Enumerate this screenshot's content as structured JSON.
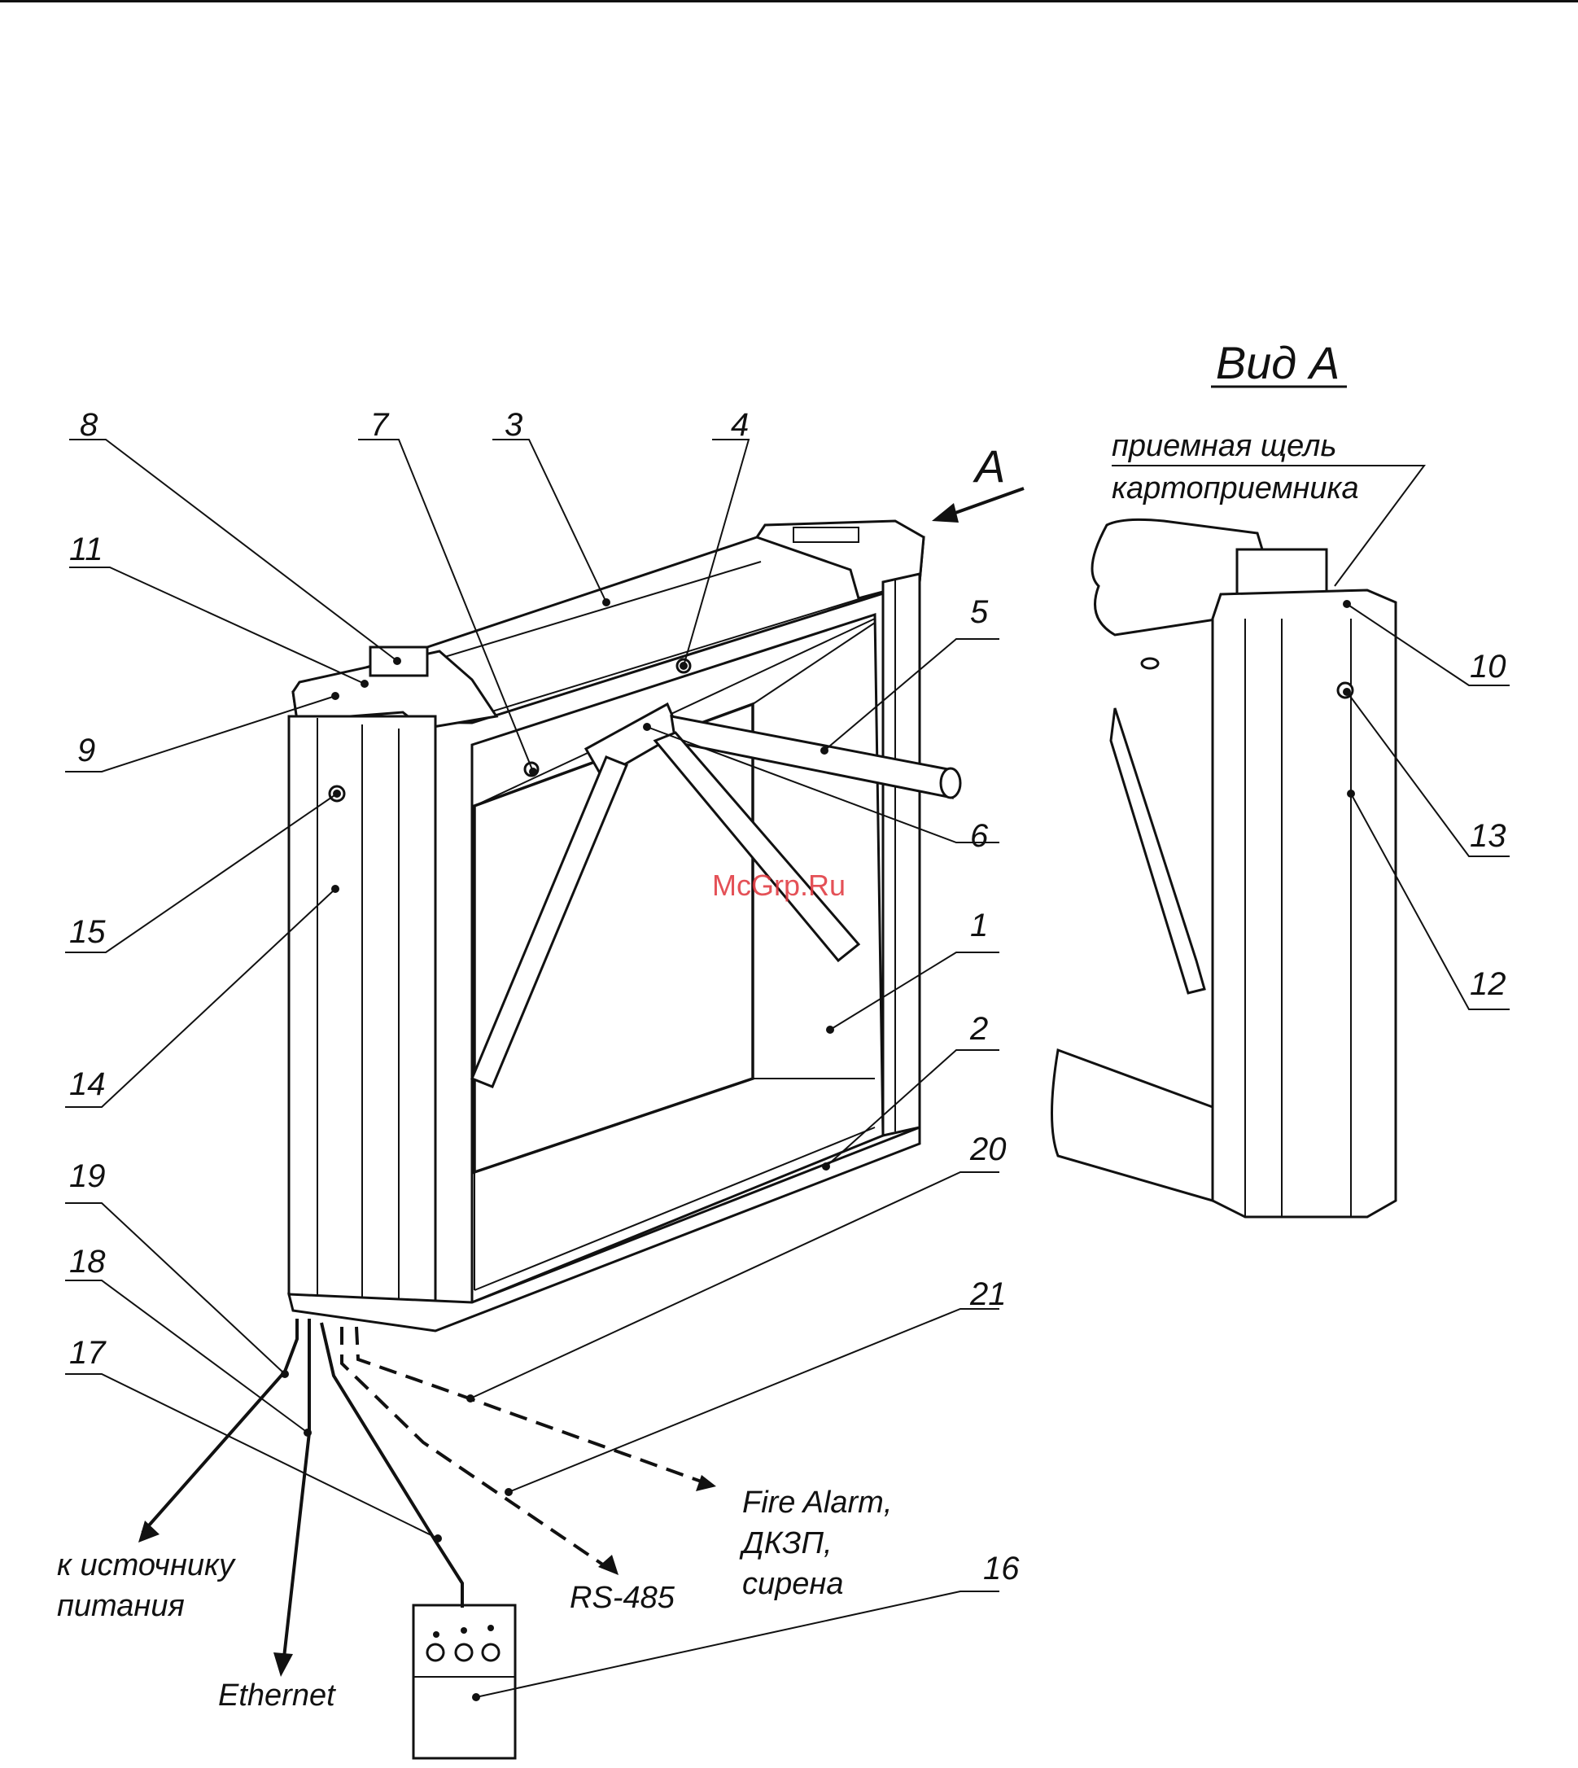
{
  "view_title": "Вид А",
  "arrow_label": "А",
  "slot_label": [
    "приемная щель",
    "картоприемника"
  ],
  "callouts": [
    "1",
    "2",
    "3",
    "4",
    "5",
    "6",
    "7",
    "8",
    "9",
    "10",
    "11",
    "12",
    "13",
    "14",
    "15",
    "16",
    "17",
    "18",
    "19",
    "20",
    "21"
  ],
  "connections": {
    "power": [
      "к источнику",
      "питания"
    ],
    "ethernet": "Ethernet",
    "rs485": "RS-485",
    "alarm": [
      "Fire Alarm,",
      "ДКЗП,",
      "сирена"
    ]
  },
  "watermark": "McGrp.Ru"
}
